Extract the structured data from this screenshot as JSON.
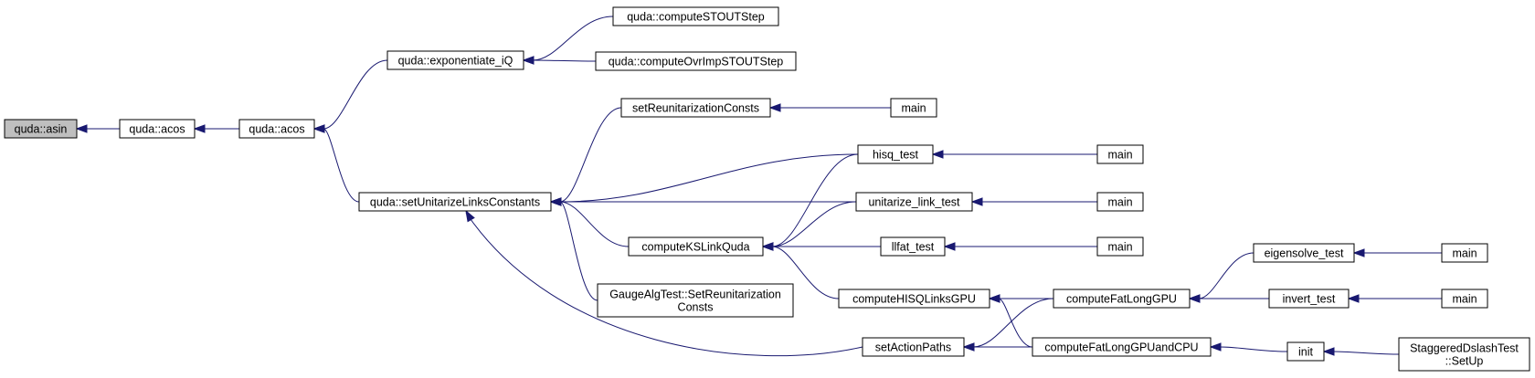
{
  "graph": {
    "nodes": {
      "n0": [
        "quda::asin"
      ],
      "n1": [
        "quda::acos"
      ],
      "n2": [
        "quda::acos"
      ],
      "n3": [
        "quda::exponentiate_iQ"
      ],
      "n4": [
        "quda::setUnitarizeLinksConstants"
      ],
      "n5": [
        "quda::computeSTOUTStep"
      ],
      "n6": [
        "quda::computeOvrImpSTOUTStep"
      ],
      "n7": [
        "setReunitarizationConsts"
      ],
      "n8": [
        "computeKSLinkQuda"
      ],
      "n9": [
        "GaugeAlgTest::SetReunitarization",
        "Consts"
      ],
      "n10": [
        "hisq_test"
      ],
      "n11": [
        "unitarize_link_test"
      ],
      "n12": [
        "setActionPaths"
      ],
      "n13": [
        "main"
      ],
      "n14": [
        "llfat_test"
      ],
      "n15": [
        "computeHISQLinksGPU"
      ],
      "n16": [
        "main"
      ],
      "n17": [
        "main"
      ],
      "n18": [
        "main"
      ],
      "n19": [
        "computeFatLongGPU"
      ],
      "n20": [
        "computeFatLongGPUandCPU"
      ],
      "n21": [
        "eigensolve_test"
      ],
      "n22": [
        "invert_test"
      ],
      "n23": [
        "init"
      ],
      "n24": [
        "main"
      ],
      "n25": [
        "main"
      ],
      "n26": [
        "StaggeredDslashTest",
        "::SetUp"
      ]
    },
    "edges": [
      [
        "n1",
        "n0"
      ],
      [
        "n2",
        "n1"
      ],
      [
        "n3",
        "n2"
      ],
      [
        "n4",
        "n2"
      ],
      [
        "n5",
        "n3"
      ],
      [
        "n6",
        "n3"
      ],
      [
        "n7",
        "n4"
      ],
      [
        "n8",
        "n4"
      ],
      [
        "n9",
        "n4"
      ],
      [
        "n10",
        "n4"
      ],
      [
        "n11",
        "n4"
      ],
      [
        "n12",
        "n4"
      ],
      [
        "n13",
        "n7"
      ],
      [
        "n10",
        "n8"
      ],
      [
        "n11",
        "n8"
      ],
      [
        "n14",
        "n8"
      ],
      [
        "n15",
        "n8"
      ],
      [
        "n16",
        "n10"
      ],
      [
        "n17",
        "n11"
      ],
      [
        "n18",
        "n14"
      ],
      [
        "n19",
        "n15"
      ],
      [
        "n20",
        "n15"
      ],
      [
        "n19",
        "n12"
      ],
      [
        "n20",
        "n12"
      ],
      [
        "n21",
        "n19"
      ],
      [
        "n22",
        "n19"
      ],
      [
        "n23",
        "n20"
      ],
      [
        "n24",
        "n21"
      ],
      [
        "n25",
        "n22"
      ],
      [
        "n26",
        "n23"
      ]
    ],
    "root": "n0",
    "colors": {
      "edge": "#191970",
      "root_fill": "#bfbfbf",
      "node_fill": "#ffffff"
    }
  }
}
